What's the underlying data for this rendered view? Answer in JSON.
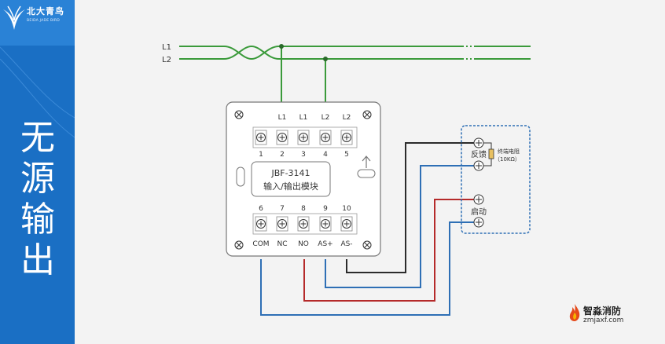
{
  "brand": {
    "name": "北大青鸟",
    "sub": "BEIDA JADE BIRD"
  },
  "sidebar": {
    "title_chars": [
      "无",
      "源",
      "输",
      "出"
    ]
  },
  "bus": {
    "l1_label": "L1",
    "l2_label": "L2"
  },
  "module": {
    "model": "JBF-3141",
    "name": "输入/输出模块",
    "top_terminals": [
      {
        "label": "",
        "number": "1"
      },
      {
        "label": "L1",
        "number": "2"
      },
      {
        "label": "L1",
        "number": "3"
      },
      {
        "label": "L2",
        "number": "4"
      },
      {
        "label": "L2",
        "number": "5"
      }
    ],
    "bottom_terminals": [
      {
        "number": "6",
        "label": "COM"
      },
      {
        "number": "7",
        "label": "NC"
      },
      {
        "number": "8",
        "label": "NO"
      },
      {
        "number": "9",
        "label": "AS+"
      },
      {
        "number": "10",
        "label": "AS-"
      }
    ]
  },
  "device": {
    "feedback_label": "反馈",
    "resistor_label": "终端电阻",
    "resistor_value": "（10KΩ）",
    "start_label": "启动"
  },
  "colors": {
    "sidebar": "#1a6fc4",
    "bus_wire": "#3a9a3a",
    "black_wire": "#2b2b2b",
    "blue_wire": "#2e6fb5",
    "red_wire": "#b52a2a",
    "device_border": "#2e6fb5"
  },
  "watermark": {
    "name": "智淼消防",
    "url": "zmjaxf.com"
  }
}
